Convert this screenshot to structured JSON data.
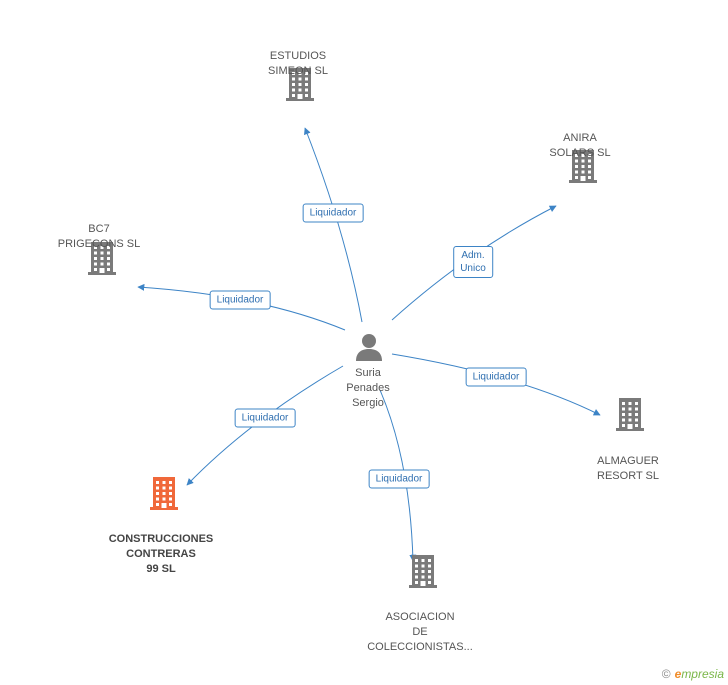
{
  "colors": {
    "edge": "#3d84c6",
    "building": "#7a7a7a",
    "highlight": "#f0683a",
    "person": "#7a7a7a"
  },
  "center": {
    "name_lines": [
      "Suria",
      "Penades",
      "Sergio"
    ],
    "icon": "person-icon"
  },
  "nodes": [
    {
      "id": "estudios",
      "lines": [
        "ESTUDIOS",
        "SIMEON SL"
      ],
      "highlight": false,
      "icon": "building-icon"
    },
    {
      "id": "anira",
      "lines": [
        "ANIRA",
        "SOLARS SL"
      ],
      "highlight": false,
      "icon": "building-icon"
    },
    {
      "id": "bc7",
      "lines": [
        "BC7",
        "PRIGECONS SL"
      ],
      "highlight": false,
      "icon": "building-icon"
    },
    {
      "id": "almaguer",
      "lines": [
        "ALMAGUER",
        "RESORT SL"
      ],
      "highlight": false,
      "icon": "building-icon"
    },
    {
      "id": "construcciones",
      "lines": [
        "CONSTRUCCIONES",
        "CONTRERAS",
        "99 SL"
      ],
      "highlight": true,
      "icon": "building-icon"
    },
    {
      "id": "asociacion",
      "lines": [
        "ASOCIACION",
        "DE",
        "COLECCIONISTAS..."
      ],
      "highlight": false,
      "icon": "building-icon"
    }
  ],
  "edges": [
    {
      "target": "estudios",
      "label_lines": [
        "Liquidador"
      ]
    },
    {
      "target": "anira",
      "label_lines": [
        "Adm.",
        "Unico"
      ]
    },
    {
      "target": "bc7",
      "label_lines": [
        "Liquidador"
      ]
    },
    {
      "target": "almaguer",
      "label_lines": [
        "Liquidador"
      ]
    },
    {
      "target": "construcciones",
      "label_lines": [
        "Liquidador"
      ]
    },
    {
      "target": "asociacion",
      "label_lines": [
        "Liquidador"
      ]
    }
  ],
  "footer": {
    "copyright_symbol": "©",
    "brand_initial": "e",
    "brand_rest": "mpresia"
  }
}
